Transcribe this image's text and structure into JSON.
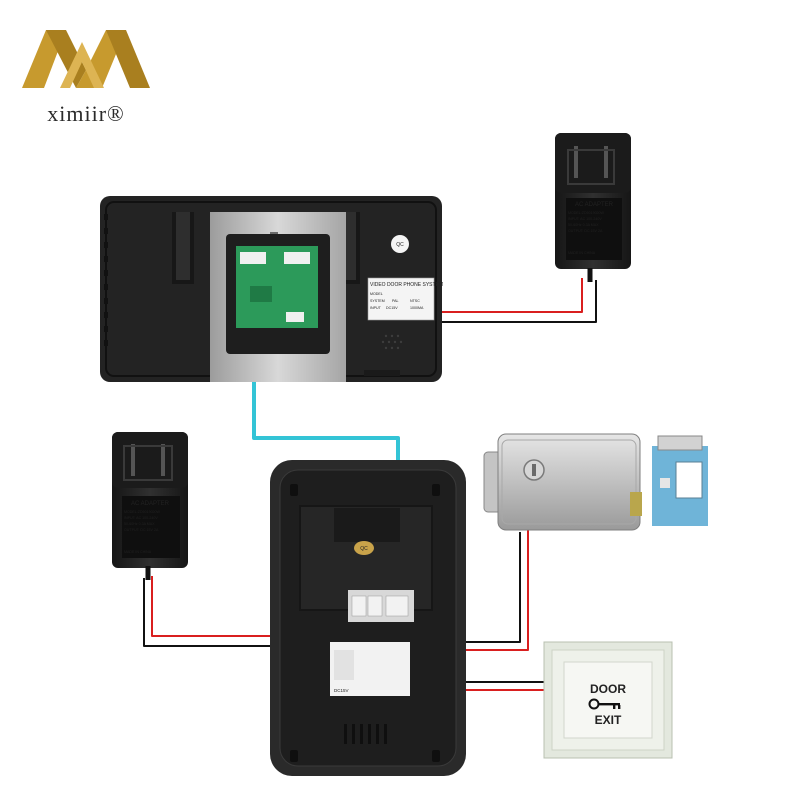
{
  "brand": {
    "name": "ximiir",
    "trademark": "®",
    "gold": "#c79a2e"
  },
  "adapter_top": {
    "title": "AC ADAPTER",
    "model": "MODEL:ZD5019020W",
    "input": "INPUT: AC 100-240V",
    "freq": "50-60Hz 0.3A MAX",
    "output": "OUTPUT: DC 15V 2A",
    "made": "MADE IN CHINA"
  },
  "adapter_left": {
    "title": "AC ADAPTER",
    "model": "MODEL:ZD5019020W",
    "input": "INPUT: AC 100-240V",
    "freq": "50-60Hz 0.3A MAX",
    "output": "OUTPUT: DC 15V 2A",
    "made": "MADE IN CHINA"
  },
  "monitor": {
    "label_title": "VIDEO DOOR PHONE SYSTEM",
    "row_model": "MODEL",
    "row_system": "SYSTEM",
    "row_input": "INPUT",
    "system_pal": "PAL",
    "system_ntsc": "NTSC",
    "input_value": "DC15V",
    "power_value": "1000MA",
    "qc_badge": "QC"
  },
  "outdoor_unit": {
    "qc_badge": "QC",
    "label_line": "DC15V"
  },
  "exit_button": {
    "line1": "DOOR",
    "line2": "EXIT"
  },
  "colors": {
    "wire_signal": "#33c4d6",
    "wire_red": "#d91f1f",
    "wire_black": "#111111",
    "device_black": "#1d1d1d",
    "metal": "#b7b7b7"
  }
}
